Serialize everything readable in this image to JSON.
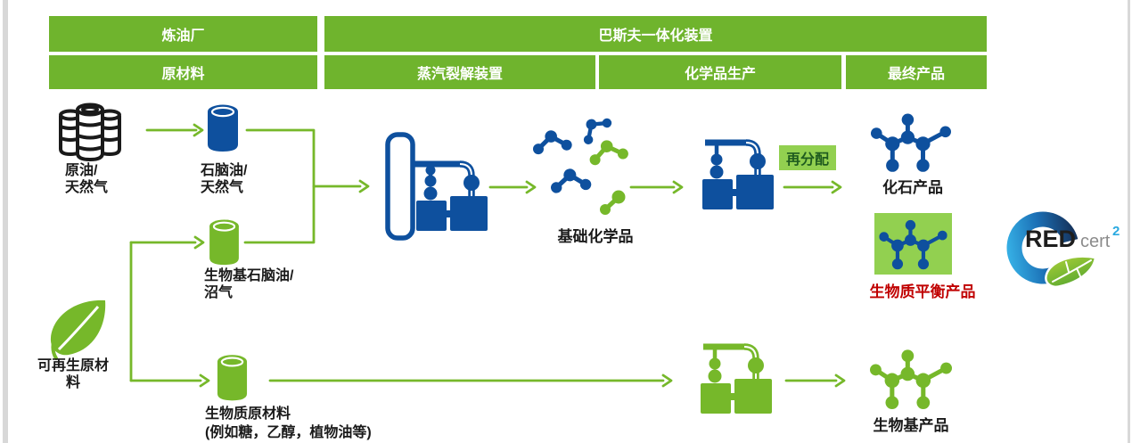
{
  "headers": {
    "refinery": "炼油厂",
    "verbund": "巴斯夫一体化装置",
    "raw_materials": "原材料",
    "steam_cracker": "蒸汽裂解装置",
    "chemical_production": "化学品生产",
    "final_products": "最终产品"
  },
  "nodes": {
    "crude": {
      "line1": "原油/",
      "line2": "天然气"
    },
    "naphtha": {
      "line1": "石脑油/",
      "line2": "天然气"
    },
    "renewable": {
      "line1": "可再生原材",
      "line2": "料"
    },
    "bio_naphtha": {
      "line1": "生物基石脑油/",
      "line2": "沼气"
    },
    "biomass": {
      "line1": "生物质原材料",
      "line2": "(例如糖，乙醇，植物油等)"
    },
    "basic_chemicals": "基础化学品",
    "reallocation": "再分配",
    "fossil_products": "化石产品",
    "biomass_balance_products": "生物质平衡产品",
    "bio_based_products": "生物基产品"
  },
  "logo": {
    "red": "RED",
    "cert": "cert",
    "sup": "2"
  },
  "colors": {
    "green": "#6FB42D",
    "accent-green": "#76B82A",
    "light-green": "#92D050",
    "blue": "#0E509E",
    "red": "#C00000",
    "dark-green-text": "#1F5C1F",
    "text": "#1A1A1A"
  }
}
